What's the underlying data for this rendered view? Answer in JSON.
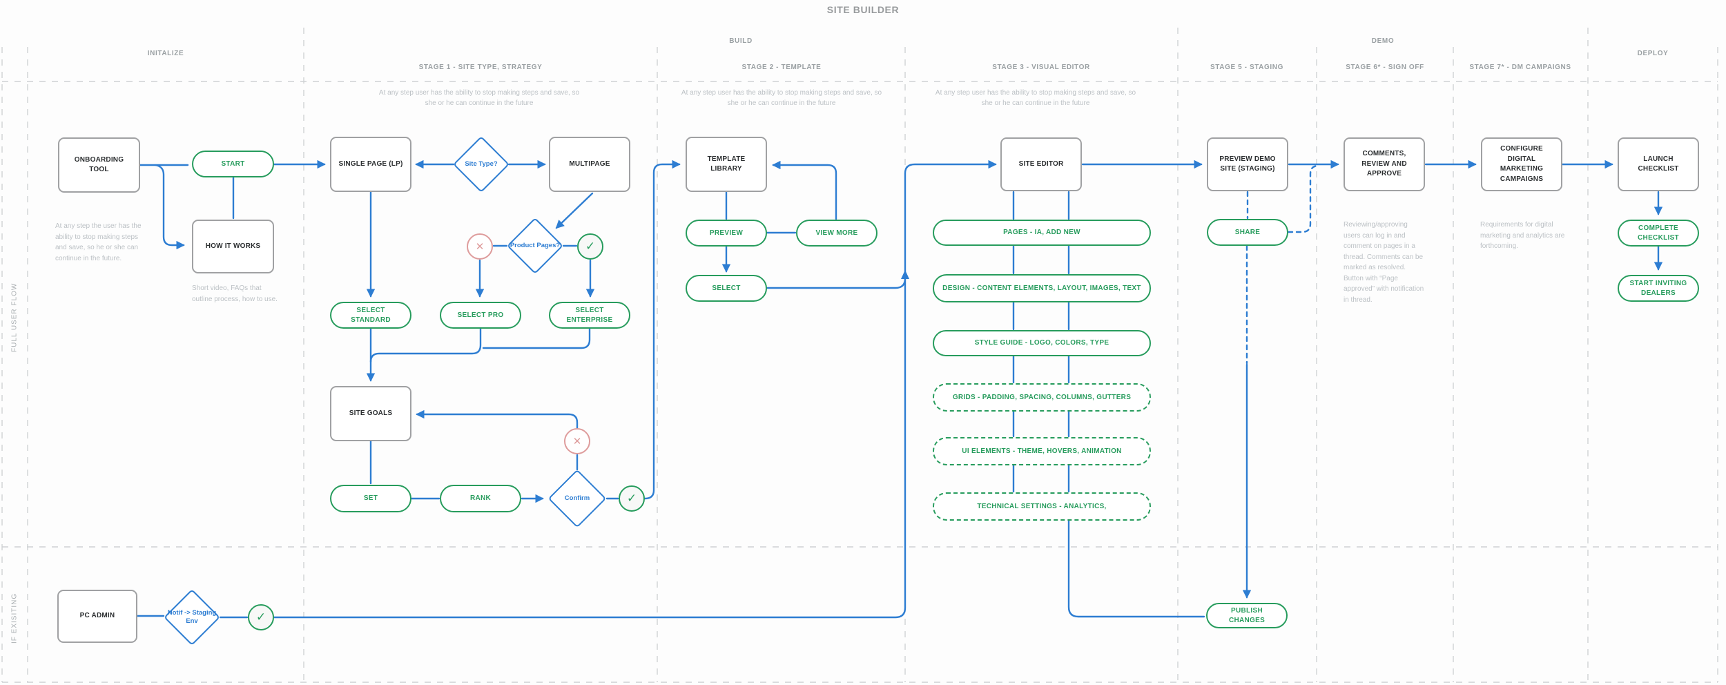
{
  "title": "SITE BUILDER",
  "row_labels": {
    "top": "FULL USER FLOW",
    "bottom": "IF EXISITING"
  },
  "phases": {
    "initialize": "INITALIZE",
    "build": "BUILD",
    "demo": "DEMO",
    "deploy": "DEPLOY"
  },
  "stages": [
    {
      "label": "STAGE 1 - SITE TYPE, STRATEGY",
      "note": "At any step user has the ability to stop making steps and save, so she or he can continue in the future"
    },
    {
      "label": "STAGE 2 - TEMPLATE",
      "note": "At any step user has the ability to stop making steps and save, so she or he can continue in the future"
    },
    {
      "label": "STAGE 3 - VISUAL EDITOR",
      "note": "At any step user has the ability to stop making steps and save, so she or he can continue in the future"
    },
    {
      "label": "STAGE 5 - STAGING"
    },
    {
      "label": "STAGE 6* - SIGN OFF",
      "note": "Reviewing/approving users can log in and comment on pages in a thread. Comments can be marked as resolved. Button with “Page approved” with notification in thread."
    },
    {
      "label": "STAGE 7* - DM CAMPAIGNS",
      "note": "Requirements for digital marketing and analytics are forthcoming."
    }
  ],
  "nodes": {
    "onboarding_tool": "ONBOARDING TOOL",
    "start": "START",
    "how_it_works": "HOW IT WORKS",
    "single_page": "SINGLE PAGE (LP)",
    "site_type": "Site Type?",
    "multipage": "MULTIPAGE",
    "product_pages": "Product Pages?",
    "select_standard": "SELECT STANDARD",
    "select_pro": "SELECT PRO",
    "select_enterprise": "SELECT ENTERPRISE",
    "site_goals": "SITE GOALS",
    "set": "SET",
    "rank": "RANK",
    "confirm": "Confirm",
    "template_library": "TEMPLATE LIBRARY",
    "preview": "PREVIEW",
    "view_more": "VIEW MORE",
    "select": "SELECT",
    "site_editor": "SITE EDITOR",
    "pages": "PAGES - IA, ADD NEW",
    "design": "DESIGN - CONTENT ELEMENTS, LAYOUT, IMAGES, TEXT",
    "style_guide": "STYLE GUIDE - LOGO, COLORS, TYPE",
    "grids": "GRIDS - PADDING, SPACING, COLUMNS, GUTTERS",
    "ui_elements": "UI ELEMENTS - THEME, HOVERS, ANIMATION",
    "technical": "TECHNICAL SETTINGS - ANALYTICS,",
    "preview_demo": "PREVIEW DEMO SITE (STAGING)",
    "share": "SHARE",
    "comments": "COMMENTS, REVIEW AND APPROVE",
    "configure_dm": "CONFIGURE DIGITAL MARKETING CAMPAIGNS",
    "launch_checklist": "LAUNCH CHECKLIST",
    "complete_checklist": "COMPLETE CHECKLIST",
    "start_inviting": "START INVITING DEALERS",
    "publish_changes": "PUBLISH CHANGES",
    "pc_admin": "PC ADMIN",
    "notif_staging": "Notif -> Staging Env"
  },
  "notes": {
    "onboarding": "At any step the user has the ability to stop making steps and save, so he or she can continue in the future.",
    "how_it_works": "Short video, FAQs that outline process, how to use."
  },
  "icons": {
    "approve": "✓",
    "reject": "✕"
  },
  "colors": {
    "blue": "#2D7DD2",
    "green": "#279C5D",
    "red": "#DE9C9C",
    "gray_border": "#A0A1A3",
    "grid": "#CFD2D4"
  }
}
